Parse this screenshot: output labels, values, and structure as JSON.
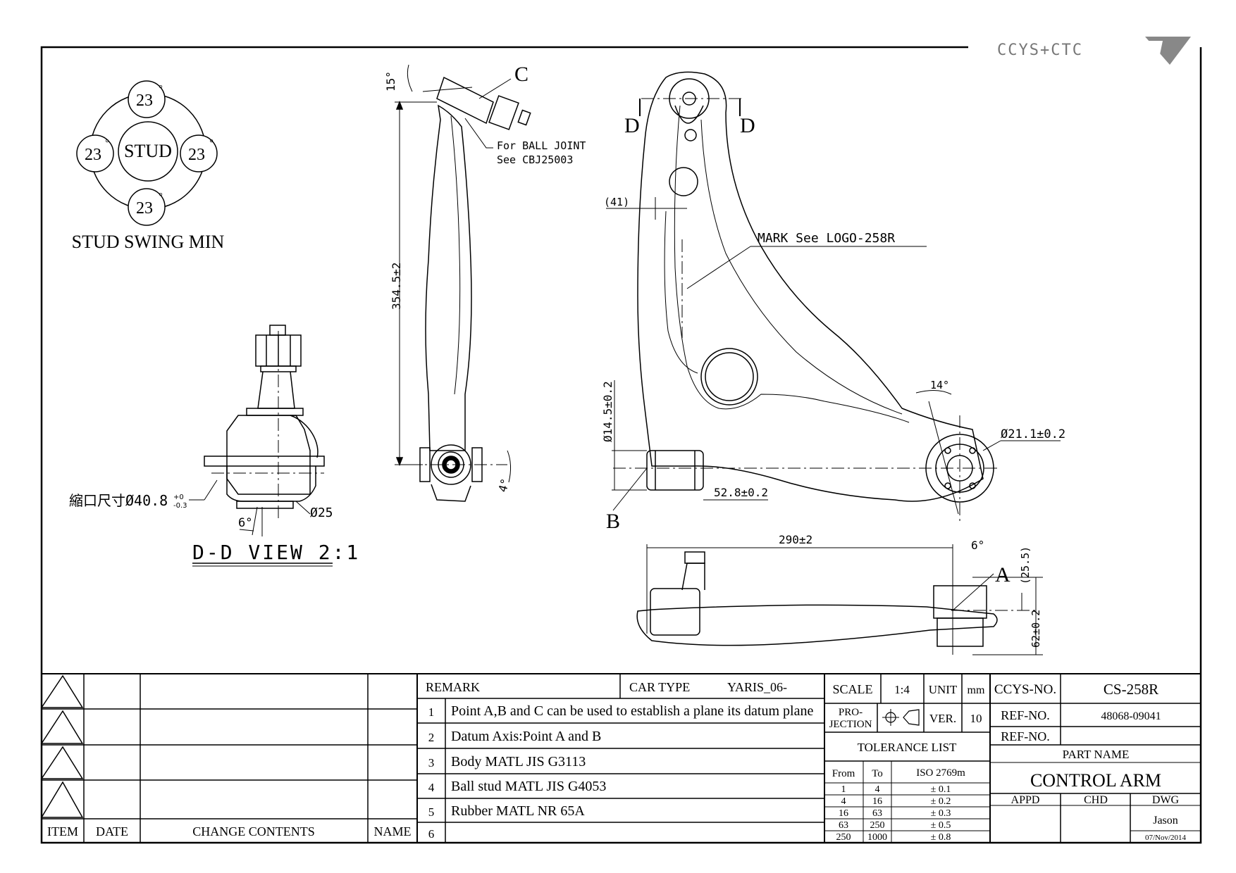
{
  "logo": {
    "text": "CCYS+CTC"
  },
  "stud_swing": {
    "center": "STUD",
    "angles": [
      "23",
      "23",
      "23",
      "23"
    ],
    "degree": "°",
    "caption": "STUD SWING MIN"
  },
  "detail_view": {
    "shrink_dim": "縮口尺寸Ø40.8",
    "shrink_tol_upper": "+0",
    "shrink_tol_lower": "-0.3",
    "angle": "6°",
    "dia": "Ø25",
    "title": "D-D VIEW 2:1"
  },
  "side_view": {
    "angle_top": "15°",
    "point_c": "C",
    "note_line1": "For BALL JOINT",
    "note_line2": "See CBJ25003",
    "length": "354.5±2",
    "angle_bottom": "4°"
  },
  "top_view": {
    "section_d": "D",
    "dim_41": "(41)",
    "mark_note": "MARK See LOGO-258R",
    "dia_bush_b": "Ø14.5±0.2",
    "angle_14": "14°",
    "dia_bush_a": "Ø21.1±0.2",
    "dim_528": "52.8±0.2",
    "point_b": "B"
  },
  "front_view": {
    "length": "290±2",
    "angle": "6°",
    "point_a": "A",
    "dim_255": "(25.5)",
    "dim_62": "62±0.2"
  },
  "revision_table": {
    "headers": {
      "item": "ITEM",
      "date": "DATE",
      "contents": "CHANGE CONTENTS",
      "name": "NAME"
    }
  },
  "remarks": {
    "header": "REMARK",
    "car_type_label": "CAR TYPE",
    "car_type": "YARIS_06-",
    "items": [
      {
        "no": "1",
        "text": "Point A,B and C can be used to establish a plane its datum plane"
      },
      {
        "no": "2",
        "text": "Datum Axis:Point A and B"
      },
      {
        "no": "3",
        "text": "Body MATL JIS G3113"
      },
      {
        "no": "4",
        "text": "Ball stud MATL JIS G4053"
      },
      {
        "no": "5",
        "text": "Rubber MATL NR 65A"
      },
      {
        "no": "6",
        "text": ""
      }
    ]
  },
  "specs": {
    "scale_label": "SCALE",
    "scale": "1:4",
    "unit_label": "UNIT",
    "unit": "mm",
    "projection_label_1": "PRO-",
    "projection_label_2": "JECTION",
    "ver_label": "VER.",
    "ver": "10",
    "tolerance_title": "TOLERANCE LIST",
    "tol_headers": {
      "from": "From",
      "to": "To",
      "iso": "ISO 2769m"
    },
    "tolerances": [
      {
        "from": "1",
        "to": "4",
        "tol": "± 0.1"
      },
      {
        "from": "4",
        "to": "16",
        "tol": "± 0.2"
      },
      {
        "from": "16",
        "to": "63",
        "tol": "± 0.3"
      },
      {
        "from": "63",
        "to": "250",
        "tol": "± 0.5"
      },
      {
        "from": "250",
        "to": "1000",
        "tol": "± 0.8"
      }
    ]
  },
  "title_block": {
    "ccys_no_label": "CCYS-NO.",
    "ccys_no": "CS-258R",
    "ref_no_label": "REF-NO.",
    "ref_no": "48068-09041",
    "ref_no_label_2": "REF-NO.",
    "ref_no_2": "",
    "part_name_label": "PART NAME",
    "part_name": "CONTROL ARM",
    "appd": "APPD",
    "chd": "CHD",
    "dwg": "DWG",
    "drawn_by": "Jason",
    "date": "07/Nov/2014"
  }
}
